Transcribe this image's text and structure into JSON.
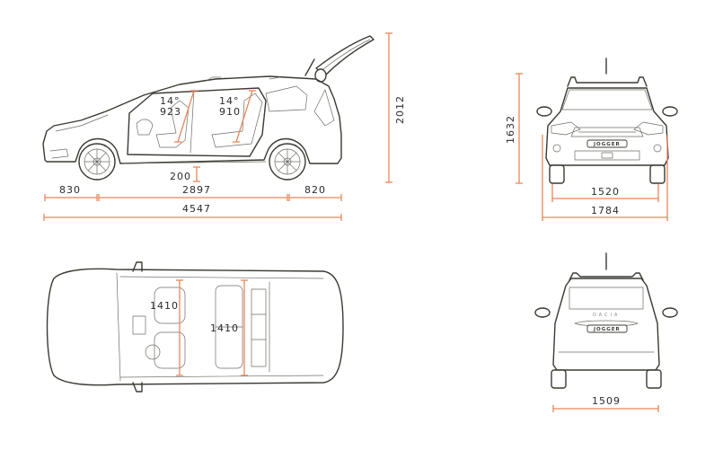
{
  "diagram": {
    "subject": "Dacia Jogger vehicle dimensions (mm)",
    "accent_color": "#e8875a",
    "line_color": "#3a3a34",
    "background": "#ffffff"
  },
  "side_view": {
    "front_row": {
      "angle": "14°",
      "headroom": "923"
    },
    "second_row": {
      "angle": "14°",
      "headroom": "910"
    },
    "ground_clearance": "200",
    "front_overhang": "830",
    "wheelbase": "2897",
    "rear_overhang": "820",
    "overall_length": "4547",
    "height_tailgate_open": "2012"
  },
  "front_view": {
    "height": "1632",
    "front_track": "1520",
    "overall_width": "1784",
    "badge": "JOGGER"
  },
  "top_view": {
    "front_shoulder_width": "1410",
    "second_row_shoulder_width": "1410"
  },
  "rear_view": {
    "rear_track": "1509",
    "brand": "DACIA",
    "badge": "JOGGER"
  }
}
